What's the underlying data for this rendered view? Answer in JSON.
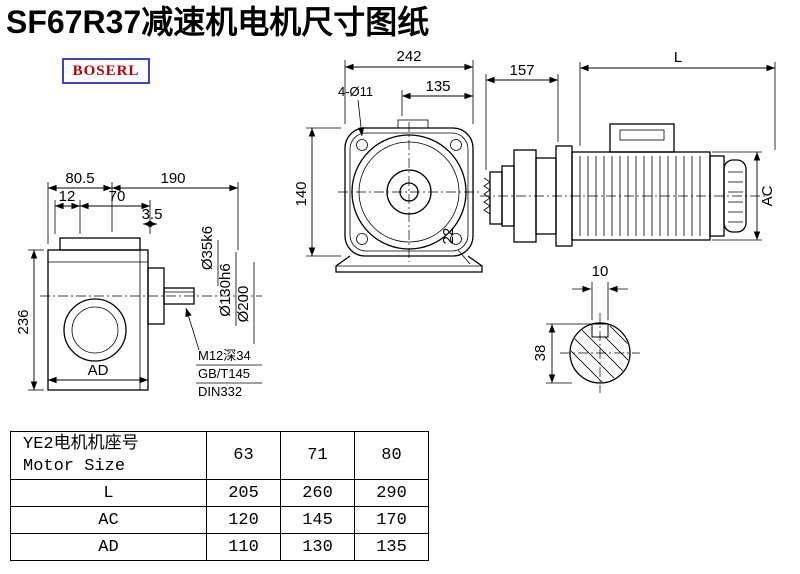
{
  "title": "SF67R37减速机电机尺寸图纸",
  "logo": "BOSERL",
  "side_view": {
    "dim_80_5": "80.5",
    "dim_190": "190",
    "dim_12": "12",
    "dim_70": "70",
    "dim_3_5": "3.5",
    "dim_236": "236",
    "dim_ad": "AD",
    "dim_shaft_dia": "Ø35k6",
    "dim_spigot_dia": "Ø130h6",
    "dim_flange_dia": "Ø200",
    "note_thread": "M12深34",
    "note_standard": "GB/T145",
    "note_din": "DIN332"
  },
  "front_view": {
    "dim_width": "242",
    "dim_inner": "135",
    "dim_holes": "4-Ø11",
    "dim_height": "140",
    "dim_foot": "22"
  },
  "motor_view": {
    "dim_adapter": "157",
    "dim_length": "L",
    "dim_ac": "AC"
  },
  "shaft_view": {
    "dim_key": "10",
    "dim_dia": "38"
  },
  "table": {
    "header_cn": "YE2电机机座号",
    "header_en": "Motor Size",
    "sizes": [
      "63",
      "71",
      "80"
    ],
    "rows": [
      {
        "label": "L",
        "values": [
          "205",
          "260",
          "290"
        ]
      },
      {
        "label": "AC",
        "values": [
          "120",
          "145",
          "170"
        ]
      },
      {
        "label": "AD",
        "values": [
          "110",
          "130",
          "135"
        ]
      }
    ]
  },
  "colors": {
    "line": "#000000",
    "logo_border": "#4343c8",
    "logo_text": "#b40000",
    "background": "#ffffff"
  }
}
